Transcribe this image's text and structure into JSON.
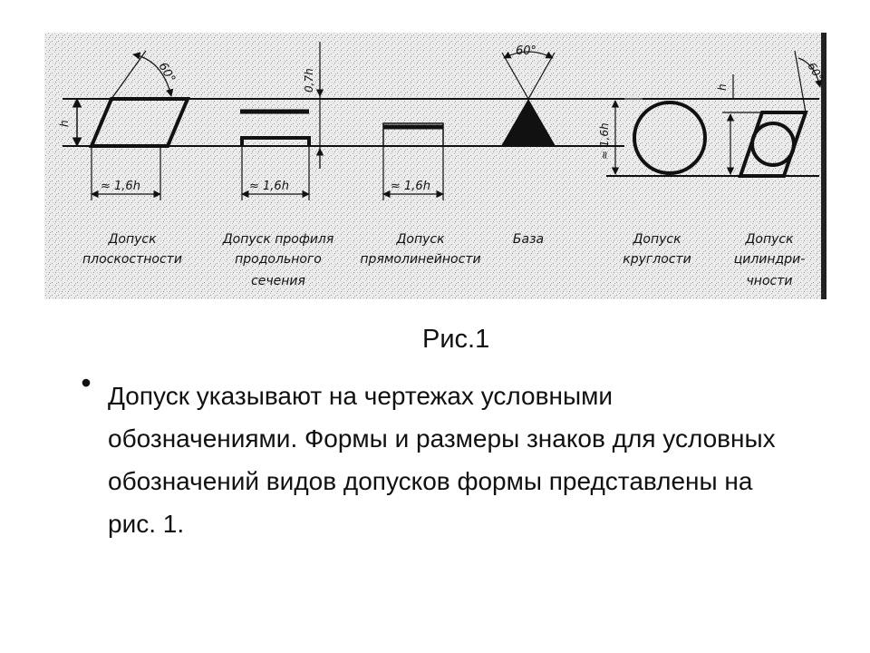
{
  "figure": {
    "dimension_label": "≈ 1,6h",
    "height_label": "h",
    "angle_label": "60°",
    "offset_label": "0,7h",
    "circle_dim_label": "≈ 1,6h",
    "labels": {
      "flatness": [
        "Допуск",
        "плоскостности"
      ],
      "profile": [
        "Допуск профиля",
        "продольного",
        "сечения"
      ],
      "straightness": [
        "Допуск",
        "прямолинейности"
      ],
      "base": [
        "База"
      ],
      "roundness": [
        "Допуск",
        "круглости"
      ],
      "cylindricity": [
        "Допуск",
        "цилиндри-",
        "чности"
      ]
    }
  },
  "caption": "Рис.1",
  "bullet": "Допуск указывают на чертежах условными обозначениями. Формы и размеры знаков для условных обозначений видов допусков формы представлены на рис. 1."
}
